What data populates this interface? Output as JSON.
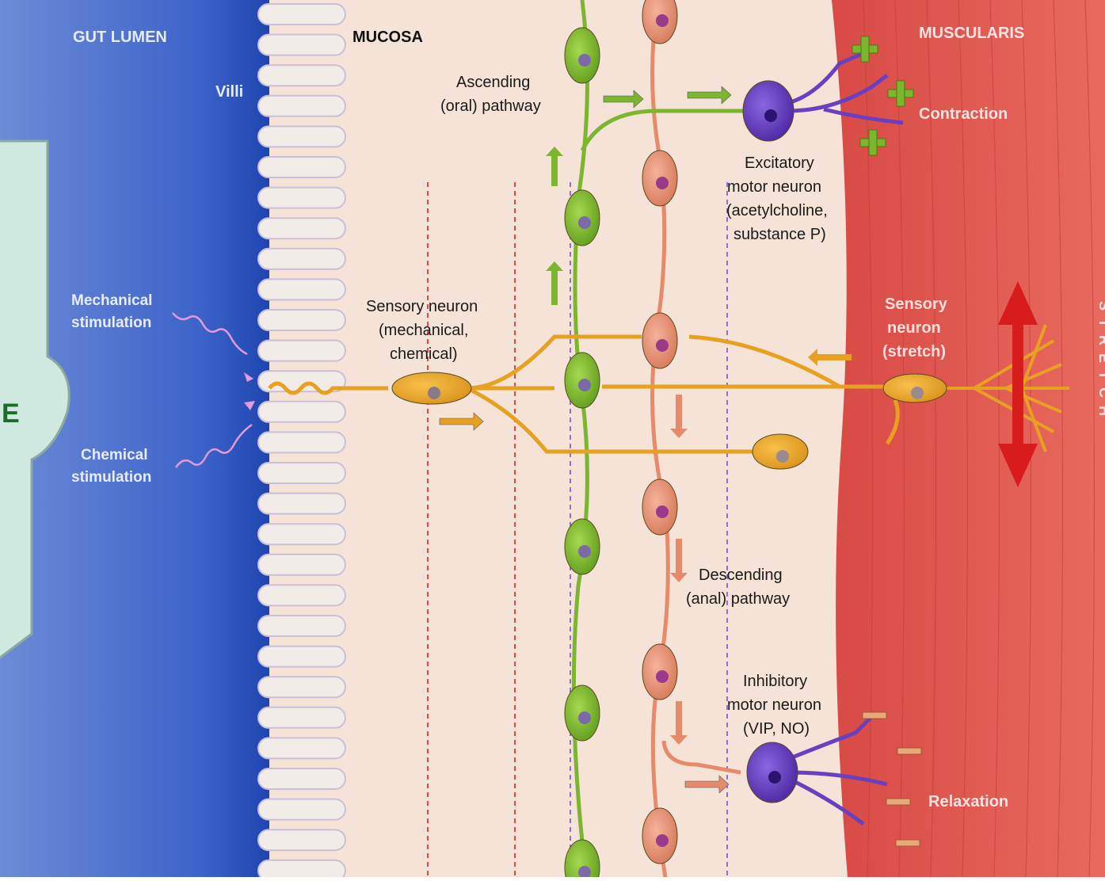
{
  "labels": {
    "gut_lumen": "GUT LUMEN",
    "villi": "Villi",
    "mucosa": "MUCOSA",
    "muscularis": "MUSCULARIS",
    "ascending_1": "Ascending",
    "ascending_2": "(oral) pathway",
    "contraction": "Contraction",
    "excitatory_1": "Excitatory",
    "excitatory_2": "motor neuron",
    "excitatory_3": "(acetylcholine,",
    "excitatory_4": "substance P)",
    "mechanical_1": "Mechanical",
    "mechanical_2": "stimulation",
    "chemical_1": "Chemical",
    "chemical_2": "stimulation",
    "sensory_1": "Sensory neuron",
    "sensory_2": "(mechanical,",
    "sensory_3": "chemical)",
    "stretch_sensory_1": "Sensory",
    "stretch_sensory_2": "neuron",
    "stretch_sensory_3": "(stretch)",
    "stretch": "STRETCH",
    "descending_1": "Descending",
    "descending_2": "(anal) pathway",
    "inhibitory_1": "Inhibitory",
    "inhibitory_2": "motor neuron",
    "inhibitory_3": "(VIP, NO)",
    "relaxation": "Relaxation",
    "callout_letter": "E"
  },
  "signs": {
    "plus": "+",
    "minus": "−"
  },
  "colors": {
    "lumen_blue": "#2f5fc4",
    "mucosa_bg": "#f4e3d6",
    "muscle_red": "#e05a52",
    "green_neuron": "#7cb52e",
    "orange_neuron": "#e8a020",
    "pink_neuron": "#e58a6a",
    "purple_neuron": "#6a3fc0",
    "callout_fill": "#cfe8e0",
    "callout_text": "#1f6b2e",
    "red_dash": "#e02020",
    "purple_dash": "#7a50d8"
  }
}
